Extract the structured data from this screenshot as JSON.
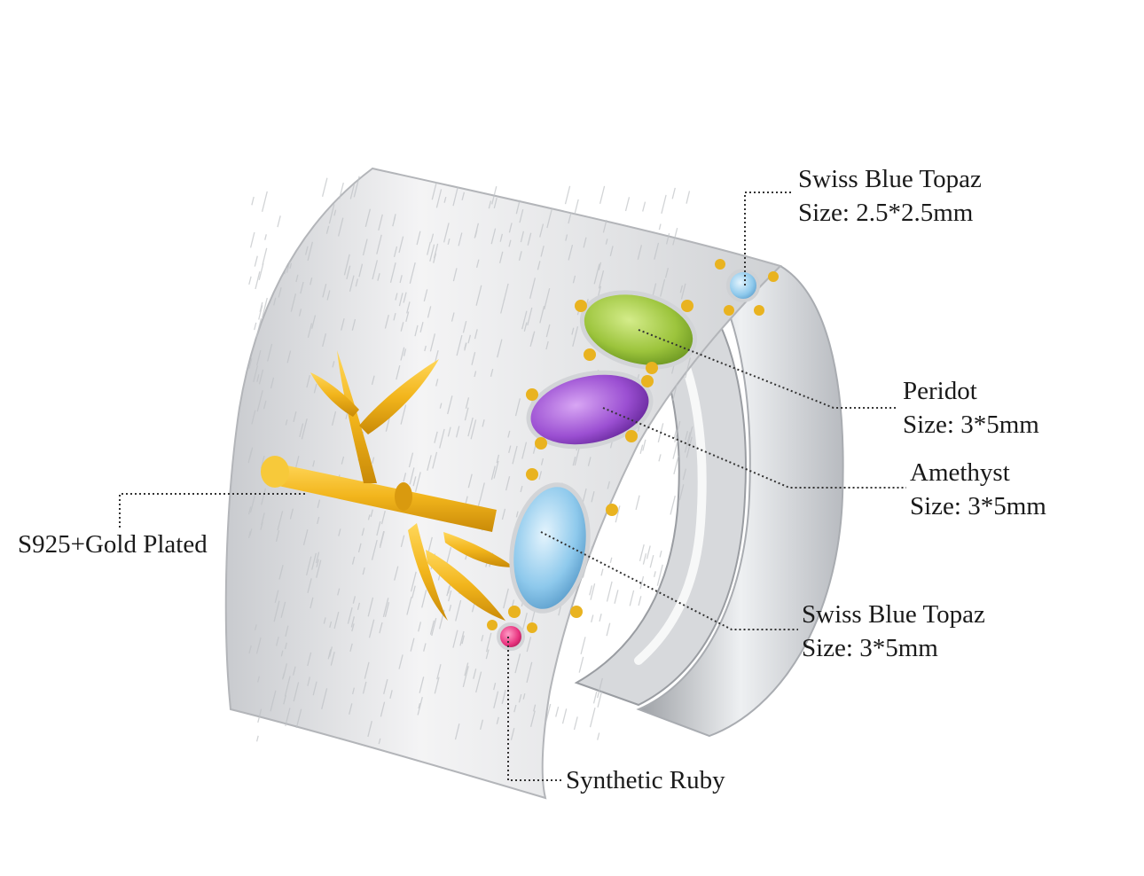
{
  "colors": {
    "silver": "#e9e9ea",
    "silver_shadow": "#b9bbbf",
    "gold": "#f2b51c",
    "peridot": "#9cc43c",
    "amethyst": "#9b4fd2",
    "topaz": "#8ec9ec",
    "ruby": "#e8337f",
    "leader": "#333333"
  },
  "callouts": {
    "topaz_small": {
      "name": "Swiss Blue Topaz",
      "size": "Size: 2.5*2.5mm"
    },
    "peridot": {
      "name": "Peridot",
      "size": "Size: 3*5mm"
    },
    "amethyst": {
      "name": "Amethyst",
      "size": "Size: 3*5mm"
    },
    "topaz_large": {
      "name": "Swiss Blue Topaz",
      "size": "Size: 3*5mm"
    },
    "ruby": {
      "name": "Synthetic Ruby"
    },
    "material": {
      "name": "S925+Gold Plated"
    }
  }
}
